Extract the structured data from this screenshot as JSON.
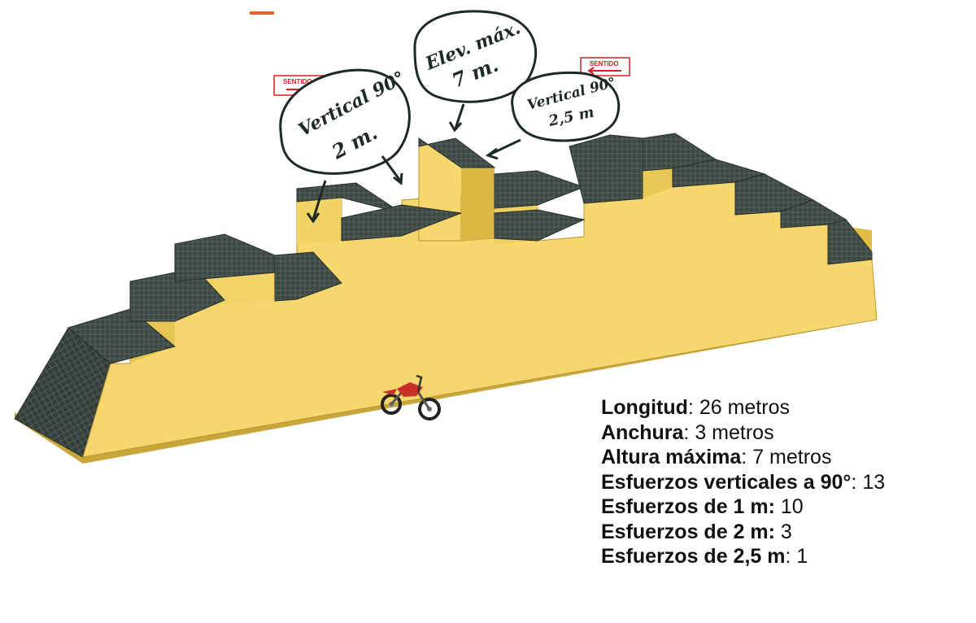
{
  "signs": {
    "left": "SENTIDO",
    "right": "SENTIDO"
  },
  "annotations": {
    "left": [
      "Vertical 90°",
      "2 m."
    ],
    "center": [
      "Elev. máx.",
      "7 m."
    ],
    "right": [
      "Vertical 90°",
      "2,5 m"
    ]
  },
  "specs": [
    {
      "label": "Longitud",
      "value": "26 metros"
    },
    {
      "label": "Anchura",
      "value": "3 metros"
    },
    {
      "label": "Altura máxima",
      "value": "7 metros"
    },
    {
      "label": "Esfuerzos verticales a 90°",
      "value": "13"
    },
    {
      "label": "Esfuerzos de 1 m:",
      "value": "10"
    },
    {
      "label": "Esfuerzos de 2 m:",
      "value": "3"
    },
    {
      "label": "Esfuerzos de 2,5 m",
      "value": "1"
    }
  ],
  "colors": {
    "wall_front": "#f5d76e",
    "wall_side": "#e2bd45",
    "wall_edge": "#b99630",
    "tread": "#3a4640",
    "accent_dash": "#e8632c",
    "sign_red": "#d62020"
  }
}
